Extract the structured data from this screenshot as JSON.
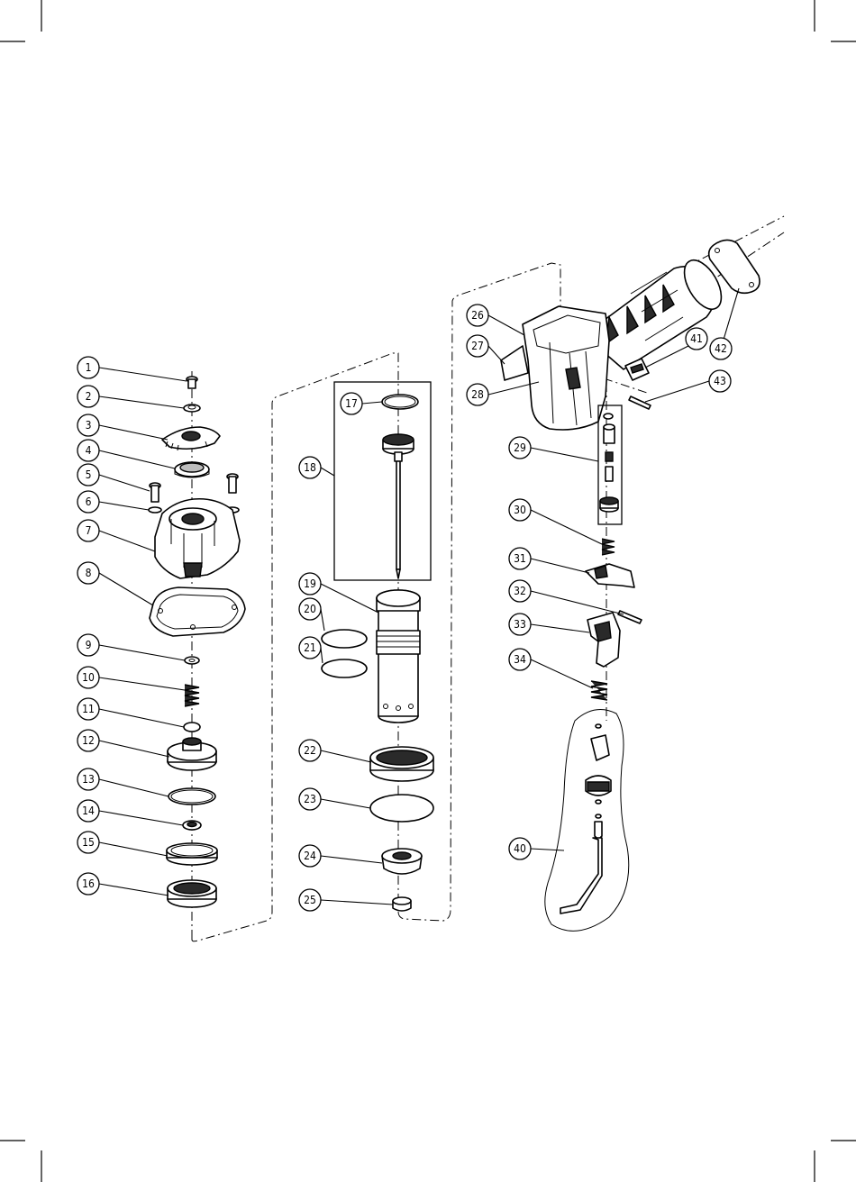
{
  "callouts": [
    {
      "label": "1"
    },
    {
      "label": "2"
    },
    {
      "label": "3"
    },
    {
      "label": "4"
    },
    {
      "label": "5"
    },
    {
      "label": "6"
    },
    {
      "label": "7"
    },
    {
      "label": "8"
    },
    {
      "label": "9"
    },
    {
      "label": "10"
    },
    {
      "label": "11"
    },
    {
      "label": "12"
    },
    {
      "label": "13"
    },
    {
      "label": "14"
    },
    {
      "label": "15"
    },
    {
      "label": "16"
    },
    {
      "label": "17"
    },
    {
      "label": "18"
    },
    {
      "label": "19"
    },
    {
      "label": "20"
    },
    {
      "label": "21"
    },
    {
      "label": "22"
    },
    {
      "label": "23"
    },
    {
      "label": "24"
    },
    {
      "label": "25"
    },
    {
      "label": "26"
    },
    {
      "label": "27"
    },
    {
      "label": "28"
    },
    {
      "label": "29"
    },
    {
      "label": "30"
    },
    {
      "label": "31"
    },
    {
      "label": "32"
    },
    {
      "label": "33"
    },
    {
      "label": "34"
    },
    {
      "label": "40"
    },
    {
      "label": "41"
    },
    {
      "label": "42"
    },
    {
      "label": "43"
    }
  ]
}
